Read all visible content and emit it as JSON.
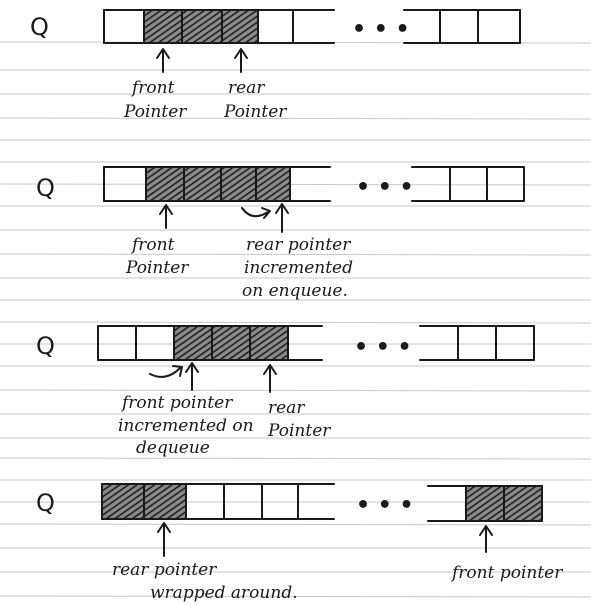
{
  "diagrams": [
    {
      "queue_label": "Q",
      "ellipsis": "• • •",
      "filled_slots": [
        1,
        2,
        3
      ],
      "filled_tail_slots": [],
      "annotations": {
        "front": [
          "front",
          "Pointer"
        ],
        "rear": [
          "rear",
          "Pointer"
        ]
      }
    },
    {
      "queue_label": "Q",
      "ellipsis": "• • •",
      "filled_slots": [
        1,
        2,
        3,
        4
      ],
      "filled_tail_slots": [],
      "annotations": {
        "front": [
          "front",
          "Pointer"
        ],
        "rear": [
          "rear pointer",
          "incremented",
          "on enqueue."
        ]
      }
    },
    {
      "queue_label": "Q",
      "ellipsis": "• • •",
      "filled_slots": [
        2,
        3,
        4
      ],
      "filled_tail_slots": [],
      "annotations": {
        "front": [
          "front pointer",
          "incremented on",
          "dequeue"
        ],
        "rear": [
          "rear",
          "Pointer"
        ]
      }
    },
    {
      "queue_label": "Q",
      "ellipsis": "• • •",
      "filled_slots": [
        0,
        1
      ],
      "filled_tail_slots": [
        0,
        1
      ],
      "annotations": {
        "rear": [
          "rear pointer",
          "wrapped around."
        ],
        "front": [
          "front pointer"
        ]
      }
    }
  ]
}
